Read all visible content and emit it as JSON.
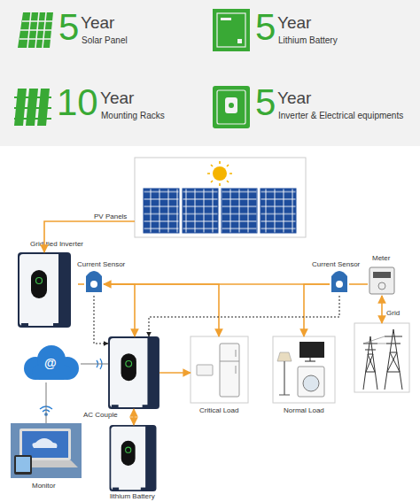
{
  "diagram": {
    "nodes": [
      {
        "text": [
          "PV Panels"
        ]
      },
      {
        "text": [
          "Grid-tied Inverter"
        ]
      },
      {
        "text": [
          "Current Sensor"
        ]
      },
      {
        "text": [
          "Current Sensor"
        ]
      },
      {
        "text": [
          "Meter"
        ]
      },
      {
        "text": [
          "@"
        ]
      },
      {
        "text": [
          "AC Couple"
        ]
      },
      {
        "text": [
          "Critical Load"
        ]
      },
      {
        "text": [
          "Normal Load"
        ]
      },
      {
        "text": [
          "Grid"
        ]
      },
      {
        "text": [
          "Monitor"
        ]
      },
      {
        "text": [
          "lithium Battery"
        ]
      }
    ],
    "edges": [
      {
        "from": 0,
        "to": 1,
        "arrow": "to"
      },
      {
        "from": 1,
        "to": 2,
        "arrow": "none"
      },
      {
        "from": 2,
        "to": 3,
        "arrow": "none"
      },
      {
        "from": 3,
        "to": 4,
        "arrow": "none"
      },
      {
        "from": 2,
        "to": 6,
        "arrow": "both"
      },
      {
        "from": 2,
        "to": 7,
        "arrow": "to"
      },
      {
        "from": 3,
        "to": 8,
        "arrow": "to"
      },
      {
        "from": 4,
        "to": 9,
        "arrow": "both"
      },
      {
        "from": 6,
        "to": 7,
        "arrow": "to"
      },
      {
        "from": 6,
        "to": 11,
        "arrow": "both"
      },
      {
        "from": 5,
        "to": 6,
        "arrow": "none"
      },
      {
        "from": 5,
        "to": 10,
        "arrow": "none"
      },
      {
        "from": 2,
        "to": 6,
        "arrow": "to"
      },
      {
        "from": 3,
        "to": 6,
        "arrow": "to"
      }
    ],
    "labels": [
      "5",
      "Year",
      "Solar Panel",
      "5",
      "Year",
      "Lithium Battery",
      "10",
      "Year",
      "Mounting Racks",
      "5",
      "Year",
      "Inverter & Electrical equipments"
    ]
  }
}
